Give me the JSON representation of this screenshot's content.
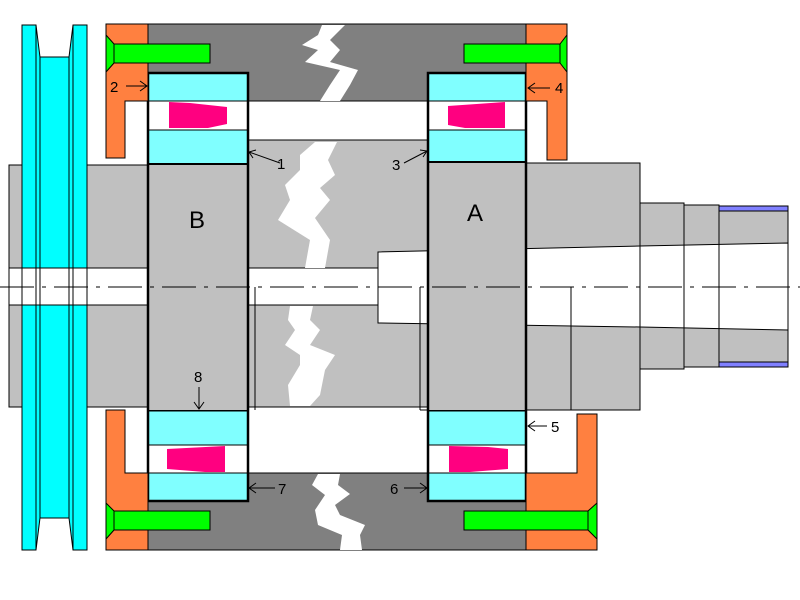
{
  "diagram": {
    "title": "Spindle bearing assembly cross-section",
    "colors": {
      "pulley": "#00ffff",
      "bearing_race": "#80ffff",
      "roller": "#ff0080",
      "housing": "#808080",
      "shaft": "#c0c0c0",
      "end_cap": "#ff8040",
      "bolt": "#00ff00",
      "retaining_ring": "#8080ff",
      "outline": "#000000",
      "break_mark": "#ffffff"
    },
    "bearing_labels": {
      "left": "B",
      "right": "A"
    },
    "callouts": [
      {
        "id": "1",
        "text": "1"
      },
      {
        "id": "2",
        "text": "2"
      },
      {
        "id": "3",
        "text": "3"
      },
      {
        "id": "4",
        "text": "4"
      },
      {
        "id": "5",
        "text": "5"
      },
      {
        "id": "6",
        "text": "6"
      },
      {
        "id": "7",
        "text": "7"
      },
      {
        "id": "8",
        "text": "8"
      }
    ]
  }
}
